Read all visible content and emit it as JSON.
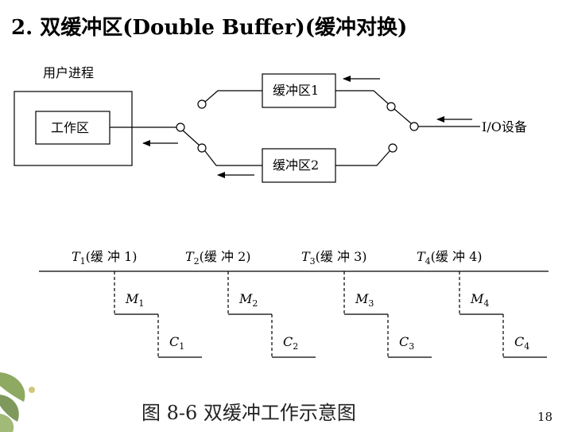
{
  "slide": {
    "title": "2. 双缓冲区(Double Buffer)(缓冲对换)",
    "caption": "图 8-6 双缓冲工作示意图",
    "page_number": "18"
  },
  "diagram": {
    "process_label": "用户进程",
    "work_area_label": "工作区",
    "buffer1_label": "缓冲区1",
    "buffer2_label": "缓冲区2",
    "device_label": "I/O设备"
  },
  "timing": {
    "segments": [
      {
        "t_sym": "T",
        "t_sub": "1",
        "t_label": "(缓 冲  1)",
        "m_sym": "M",
        "m_sub": "1",
        "c_sym": "C",
        "c_sub": "1"
      },
      {
        "t_sym": "T",
        "t_sub": "2",
        "t_label": "(缓 冲  2)",
        "m_sym": "M",
        "m_sub": "2",
        "c_sym": "C",
        "c_sub": "2"
      },
      {
        "t_sym": "T",
        "t_sub": "3",
        "t_label": "(缓 冲  3)",
        "m_sym": "M",
        "m_sub": "3",
        "c_sym": "C",
        "c_sub": "3"
      },
      {
        "t_sym": "T",
        "t_sub": "4",
        "t_label": "(缓 冲  4)",
        "m_sym": "M",
        "m_sub": "4",
        "c_sym": "C",
        "c_sub": "4"
      }
    ]
  },
  "colors": {
    "line": "#000000",
    "leaf_green": "#6e8f3a"
  }
}
